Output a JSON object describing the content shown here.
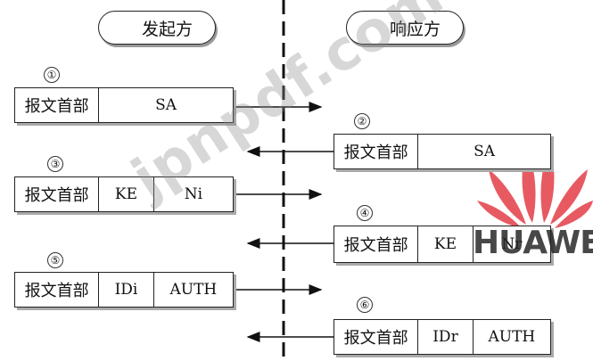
{
  "initiator_label": "发起方",
  "responder_label": "响应方",
  "watermark": "jpnpdf.com",
  "logo_text": "HUAWEI",
  "messages": [
    {
      "step": "①",
      "direction": "right",
      "fields": [
        "报文首部",
        "SA"
      ]
    },
    {
      "step": "②",
      "direction": "left",
      "fields": [
        "报文首部",
        "SA"
      ]
    },
    {
      "step": "③",
      "direction": "right",
      "fields": [
        "报文首部",
        "KE",
        "Ni"
      ]
    },
    {
      "step": "④",
      "direction": "left",
      "fields": [
        "报文首部",
        "KE",
        "Nr"
      ]
    },
    {
      "step": "⑤",
      "direction": "right",
      "fields": [
        "报文首部",
        "IDi",
        "AUTH"
      ]
    },
    {
      "step": "⑥",
      "direction": "left",
      "fields": [
        "报文首部",
        "IDr",
        "AUTH"
      ]
    }
  ],
  "colors": {
    "line": "#111111",
    "logo_red": "#e0242e"
  }
}
